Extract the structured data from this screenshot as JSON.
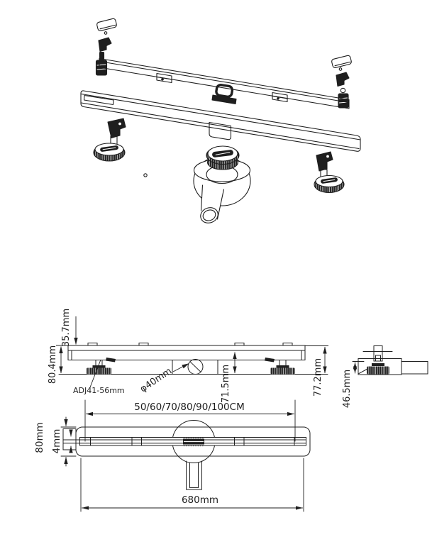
{
  "side_view": {
    "dim_grate_height": "35.7mm",
    "dim_left_height": "80.4mm",
    "dim_foot_adjust": "ADJ41-56mm",
    "dim_outlet_diameter": "φ40mm",
    "dim_inner_height": "71.5mm",
    "dim_overall_height": "77.2mm"
  },
  "end_view": {
    "dim_height": "46.5mm"
  },
  "plan_view": {
    "dim_lengths": "50/60/70/80/90/100CM",
    "dim_width": "80mm",
    "dim_slot": "4mm",
    "dim_length": "680mm"
  },
  "colors": {
    "line": "#1f1f1f",
    "background": "#ffffff"
  }
}
